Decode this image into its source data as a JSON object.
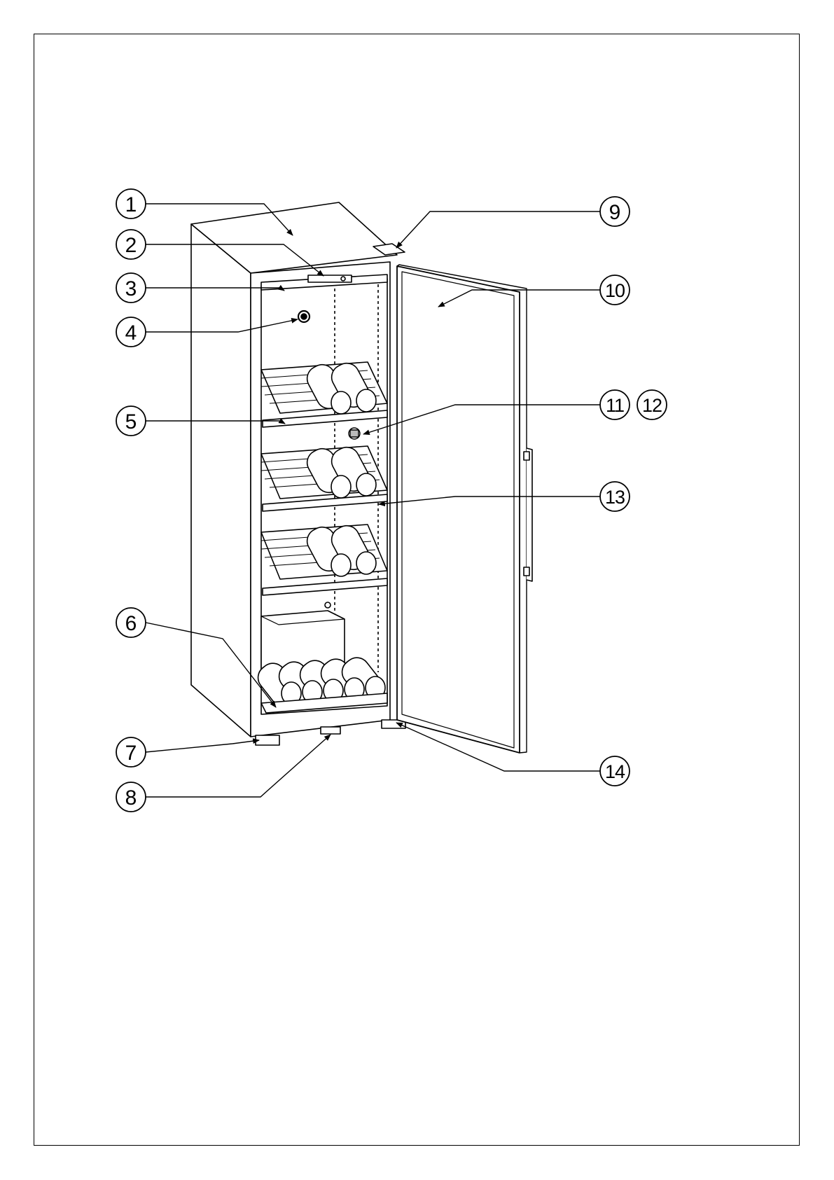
{
  "figure": {
    "subject": "wine-cabinet-parts-diagram",
    "callouts": [
      {
        "id": "c1",
        "label": "1"
      },
      {
        "id": "c2",
        "label": "2"
      },
      {
        "id": "c3",
        "label": "3"
      },
      {
        "id": "c4",
        "label": "4"
      },
      {
        "id": "c5",
        "label": "5"
      },
      {
        "id": "c6",
        "label": "6"
      },
      {
        "id": "c7",
        "label": "7"
      },
      {
        "id": "c8",
        "label": "8"
      },
      {
        "id": "c9",
        "label": "9"
      },
      {
        "id": "c10",
        "label": "10"
      },
      {
        "id": "c11",
        "label": "11"
      },
      {
        "id": "c12",
        "label": "12"
      },
      {
        "id": "c13",
        "label": "13"
      },
      {
        "id": "c14",
        "label": "14"
      }
    ]
  },
  "colors": {
    "line": "#000000",
    "background": "#ffffff",
    "fill_grey": "#d9d9d9"
  }
}
